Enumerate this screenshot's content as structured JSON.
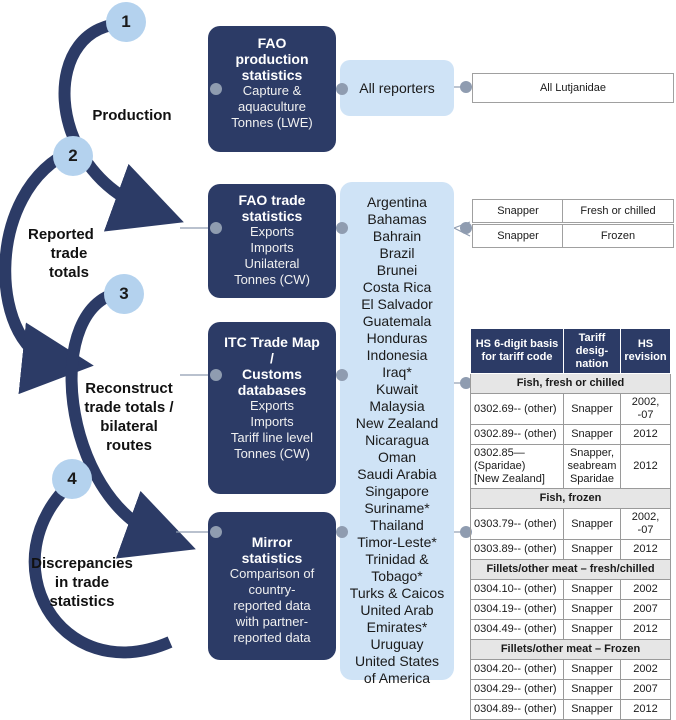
{
  "steps": [
    {
      "number": "1",
      "label_lines": [
        "Production"
      ]
    },
    {
      "number": "2",
      "label_lines": [
        "Reported",
        "trade",
        "totals"
      ]
    },
    {
      "number": "3",
      "label_lines": [
        "Reconstruct",
        "trade totals /",
        "bilateral",
        "routes"
      ]
    },
    {
      "number": "4",
      "label_lines": [
        "Discrepancies",
        "in trade",
        "statistics"
      ]
    }
  ],
  "sources": [
    {
      "title_lines": [
        "FAO",
        "production",
        "statistics"
      ],
      "body_lines": [
        "Capture &",
        "aquaculture",
        "Tonnes (LWE)"
      ]
    },
    {
      "title_lines": [
        "FAO trade",
        "statistics"
      ],
      "body_lines": [
        "Exports",
        "Imports",
        "Unilateral",
        "Tonnes (CW)"
      ]
    },
    {
      "title_lines": [
        "ITC Trade Map",
        "/",
        "Customs",
        "databases"
      ],
      "body_lines": [
        "Exports",
        "Imports",
        "Tariff line level",
        "Tonnes (CW)"
      ]
    },
    {
      "title_lines": [
        "Mirror",
        "statistics"
      ],
      "body_lines": [
        "Comparison of",
        "country-",
        "reported data",
        "with partner-",
        "reported data"
      ]
    }
  ],
  "all_reporters_label": "All reporters",
  "all_lutjanidae_label": "All Lutjanidae",
  "countries": [
    "Argentina",
    "Bahamas",
    "Bahrain",
    "Brazil",
    "Brunei",
    "Costa Rica",
    "El Salvador",
    "Guatemala",
    "Honduras",
    "Indonesia",
    "Iraq*",
    "Kuwait",
    "Malaysia",
    "New Zealand",
    "Nicaragua",
    "Oman",
    "Saudi Arabia",
    "Singapore",
    "Suriname*",
    "Thailand",
    "Timor-Leste*",
    "Trinidad &",
    "Tobago*",
    "Turks & Caicos",
    "United Arab",
    "Emirates*",
    "Uruguay",
    "United States",
    "of America"
  ],
  "fao_trade_products": [
    {
      "name": "Snapper",
      "form": "Fresh or chilled"
    },
    {
      "name": "Snapper",
      "form": "Frozen"
    }
  ],
  "hs_table": {
    "headers": [
      [
        "HS 6-digit basis",
        "for tariff code"
      ],
      [
        "Tariff",
        "desig-",
        "nation"
      ],
      [
        "HS",
        "revision"
      ]
    ],
    "sections": [
      {
        "title": "Fish, fresh or chilled",
        "rows": [
          {
            "code_lines": [
              "0302.69-- (other)"
            ],
            "designation_lines": [
              "Snapper"
            ],
            "revision": "2002, -07"
          },
          {
            "code_lines": [
              "0302.89-- (other)"
            ],
            "designation_lines": [
              "Snapper"
            ],
            "revision": "2012"
          },
          {
            "code_lines": [
              "0302.85—",
              "(Sparidae)",
              "[New Zealand]"
            ],
            "designation_lines": [
              "Snapper,",
              "seabream",
              "Sparidae"
            ],
            "revision": "2012"
          }
        ]
      },
      {
        "title": "Fish, frozen",
        "rows": [
          {
            "code_lines": [
              "0303.79-- (other)"
            ],
            "designation_lines": [
              "Snapper"
            ],
            "revision": "2002, -07"
          },
          {
            "code_lines": [
              "0303.89-- (other)"
            ],
            "designation_lines": [
              "Snapper"
            ],
            "revision": "2012"
          }
        ]
      },
      {
        "title": "Fillets/other meat – fresh/chilled",
        "rows": [
          {
            "code_lines": [
              "0304.10-- (other)"
            ],
            "designation_lines": [
              "Snapper"
            ],
            "revision": "2002"
          },
          {
            "code_lines": [
              "0304.19-- (other)"
            ],
            "designation_lines": [
              "Snapper"
            ],
            "revision": "2007"
          },
          {
            "code_lines": [
              "0304.49-- (other)"
            ],
            "designation_lines": [
              "Snapper"
            ],
            "revision": "2012"
          }
        ]
      },
      {
        "title": "Fillets/other meat – Frozen",
        "rows": [
          {
            "code_lines": [
              "0304.20-- (other)"
            ],
            "designation_lines": [
              "Snapper"
            ],
            "revision": "2002"
          },
          {
            "code_lines": [
              "0304.29-- (other)"
            ],
            "designation_lines": [
              "Snapper"
            ],
            "revision": "2007"
          },
          {
            "code_lines": [
              "0304.89-- (other)"
            ],
            "designation_lines": [
              "Snapper"
            ],
            "revision": "2012"
          }
        ]
      }
    ]
  },
  "colors": {
    "navy": "#2c3b66",
    "light_blue": "#cfe3f6",
    "circle_blue": "#b4d2ee",
    "connector": "#8f9cb0"
  }
}
